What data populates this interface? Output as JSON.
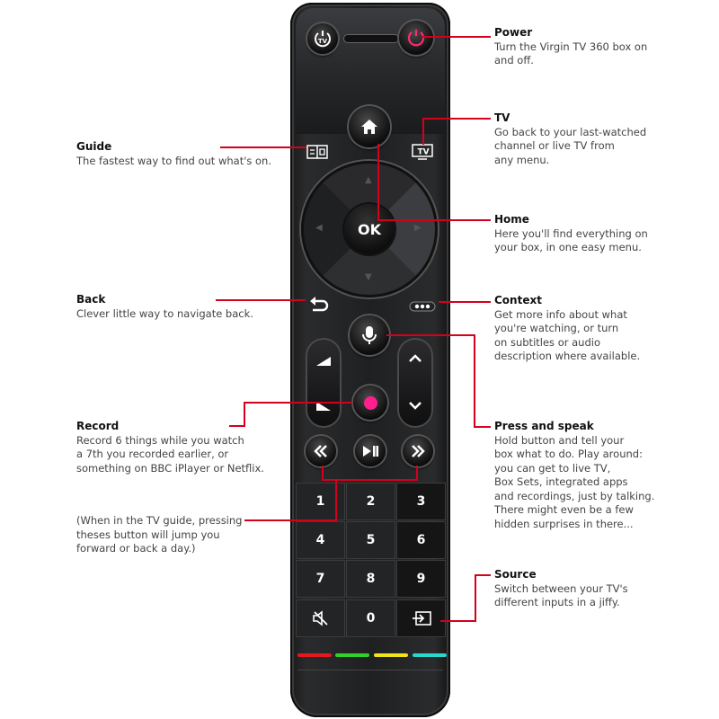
{
  "callouts": {
    "power": {
      "title": "Power",
      "desc": "Turn the Virgin TV 360 box on\nand off."
    },
    "tv": {
      "title": "TV",
      "desc": "Go back to your last-watched\nchannel or live TV from\nany menu."
    },
    "home": {
      "title": "Home",
      "desc": "Here you'll find everything on\nyour box, in one easy menu."
    },
    "context": {
      "title": "Context",
      "desc": "Get more info about what\nyou're watching, or turn\non subtitles or audio\ndescription where available."
    },
    "press_and_speak": {
      "title": "Press and speak",
      "desc": "Hold button and tell your\nbox what to do. Play around:\nyou can get to live TV,\nBox Sets, integrated apps\nand recordings, just by talking.\nThere might even be a few\nhidden surprises in there..."
    },
    "source": {
      "title": "Source",
      "desc": "Switch between your TV's\ndifferent inputs in a jiffy."
    },
    "guide": {
      "title": "Guide",
      "desc": "The fastest way to find out what's on."
    },
    "back": {
      "title": "Back",
      "desc": "Clever little way to navigate back."
    },
    "record": {
      "title": "Record",
      "desc": "Record 6 things while you watch\na 7th you recorded earlier, or\nsomething on BBC iPlayer or Netflix."
    },
    "skip": {
      "desc": "(When in the TV guide, pressing\ntheses button will jump you\nforward or back a day.)"
    }
  },
  "remote": {
    "ok_label": "OK",
    "tv_label": "TV",
    "tv_power_label": "TV",
    "keypad": [
      "1",
      "2",
      "3",
      "4",
      "5",
      "6",
      "7",
      "8",
      "9",
      "",
      "0",
      ""
    ],
    "icons": {
      "tv_power": "power-tv-icon",
      "power": "power-icon",
      "home": "home-icon",
      "guide": "guide-icon",
      "tv": "tv-icon",
      "back": "back-arrow-icon",
      "context": "more-dots-icon",
      "mic": "microphone-icon",
      "record": "record-dot-icon",
      "rewind": "rewind-icon",
      "play_pause": "play-pause-icon",
      "fast_forward": "fast-forward-icon",
      "mute": "mute-icon",
      "source": "source-input-icon"
    },
    "color_bars": [
      "#e8161f",
      "#2fd12a",
      "#f2e21a",
      "#29d6d0"
    ]
  },
  "colors": {
    "callout_line": "#d5001c",
    "record": "#ff1f8f",
    "power": "#ff2a6d"
  }
}
